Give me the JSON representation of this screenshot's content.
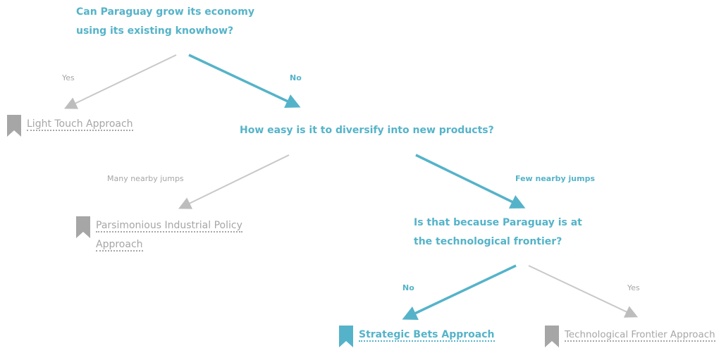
{
  "colors": {
    "active": "#55b3c9",
    "inactive": "#a6a6a6",
    "inactive_line": "#c8c8c8"
  },
  "questions": {
    "q1": "Can Paraguay grow its economy using its existing knowhow?",
    "q2": "How easy is it to diversify into new products?",
    "q3": "Is that because Paraguay is at the technological frontier?"
  },
  "edge_labels": {
    "q1_yes": "Yes",
    "q1_no": "No",
    "q2_many": "Many nearby jumps",
    "q2_few": "Few nearby jumps",
    "q3_no": "No",
    "q3_yes": "Yes"
  },
  "outcomes": {
    "light_touch": "Light Touch Approach",
    "parsimonious": "Parsimonious Industrial Policy Approach",
    "strategic_bets": "Strategic Bets Approach",
    "tech_frontier": "Technological Frontier Approach"
  }
}
